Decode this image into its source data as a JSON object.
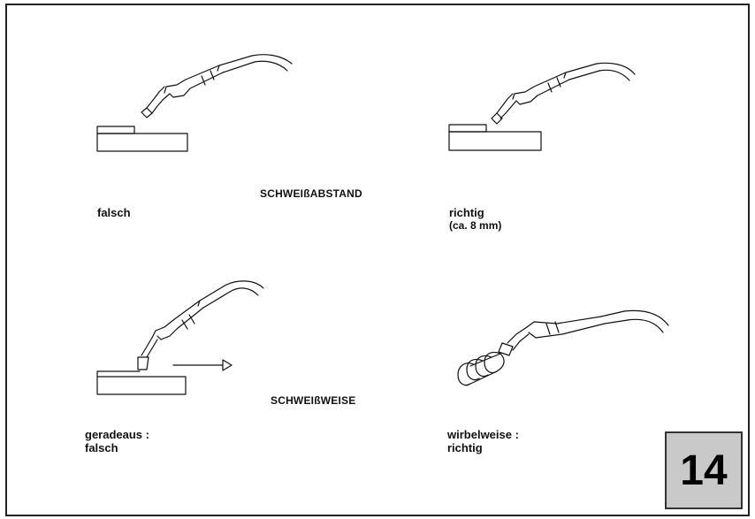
{
  "headings": {
    "distance": "SCHWEIßABSTAND",
    "technique": "SCHWEIßWEISE"
  },
  "panels": {
    "top_left": {
      "label": "falsch"
    },
    "top_right": {
      "label_line1": "richtig",
      "label_line2": "(ca. 8 mm)"
    },
    "bottom_left": {
      "label_line1": "geradeaus :",
      "label_line2": "falsch"
    },
    "bottom_right": {
      "label_line1": "wirbelweise :",
      "label_line2": "richtig"
    }
  },
  "page_number": "14",
  "colors": {
    "line": "#111111",
    "page_box_bg": "#c9c9c9"
  }
}
